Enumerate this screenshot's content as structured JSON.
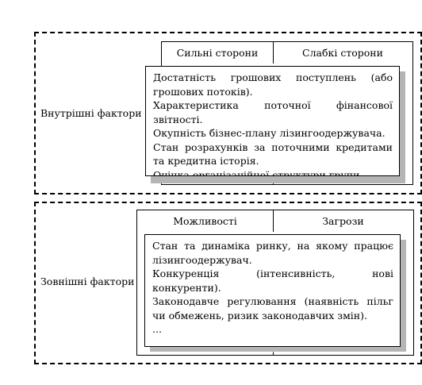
{
  "internal": {
    "label": "Внутрішні фактори",
    "headers": [
      "Сильні сторони",
      "Слабкі сторони"
    ],
    "items": [
      "Достатність грошових поступлень (або грошових потоків).",
      "Характеристика поточної фінансової звітності.",
      "Окупність бізнес-плану лізингоодержувача.",
      "Стан розрахунків за поточними кредитами та кредитна історія.",
      "Оцінка організаційної структури групи."
    ]
  },
  "external": {
    "label": "Зовнішні фактори",
    "headers": [
      "Можливості",
      "Загрози"
    ],
    "items": [
      "Стан та динаміка ринку, на якому працює лізингоодержувач.",
      "Конкуренція (інтенсивність, нові конкуренти).",
      "Законодавче регулювання (наявність пільг чи обмежень, ризик законодавчих змін).",
      "..."
    ]
  }
}
